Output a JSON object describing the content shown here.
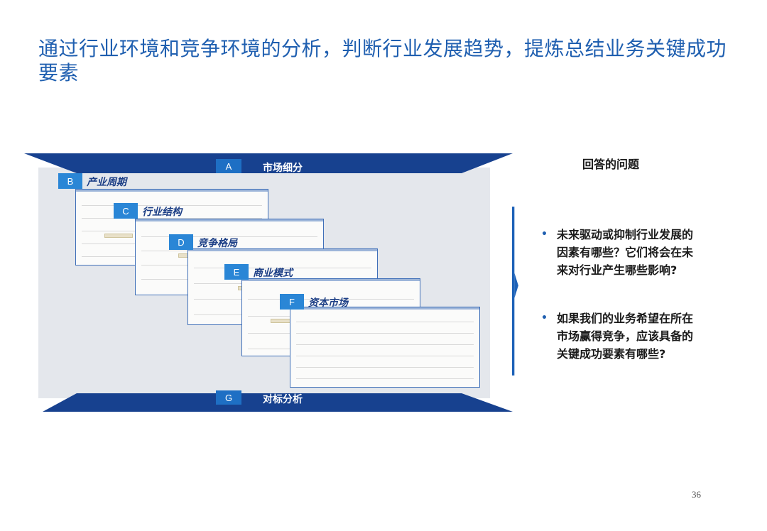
{
  "slide": {
    "title": "通过行业环境和竞争环境的分析，判断行业发展趋势，提炼总结业务关键成功要素",
    "page_number": "36"
  },
  "diagram": {
    "top_band": {
      "letter": "A",
      "label": "市场细分"
    },
    "bottom_band": {
      "letter": "G",
      "label": "对标分析"
    },
    "layers": [
      {
        "letter": "B",
        "label": "产业周期"
      },
      {
        "letter": "C",
        "label": "行业结构"
      },
      {
        "letter": "D",
        "label": "竞争格局"
      },
      {
        "letter": "E",
        "label": "商业模式"
      },
      {
        "letter": "F",
        "label": "资本市场"
      }
    ],
    "colors": {
      "navy": "#17418f",
      "blue": "#1e6fc4",
      "light_blue": "#2a86d6",
      "panel_gray": "#e4e7ec"
    }
  },
  "panel": {
    "title": "回答的问题",
    "questions": [
      "未来驱动或抑制行业发展的因素有哪些？它们将会在未来对行业产生哪些影响?",
      "如果我们的业务希望在所在市场赢得竞争，应该具备的关键成功要素有哪些?"
    ]
  }
}
